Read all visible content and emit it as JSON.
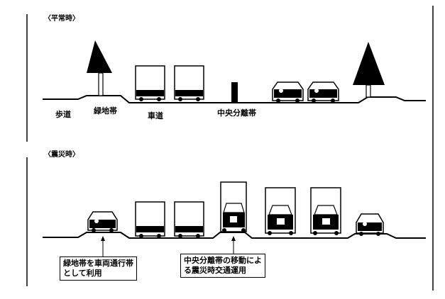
{
  "normal": {
    "heading": "〈平常時〉",
    "labels": {
      "sidewalk": "歩道",
      "greenbelt": "緑地帯",
      "roadway": "車道",
      "median": "中央分離帯"
    }
  },
  "disaster": {
    "heading": "〈震災時〉",
    "captions": {
      "greenbelt_line1": "緑地帯を車両通行帯",
      "greenbelt_line2": "として利用",
      "median_line1": "中央分離帯の移動によ",
      "median_line2": "る震災時交通運用"
    }
  },
  "colors": {
    "ink": "#000000",
    "paper": "#ffffff"
  }
}
